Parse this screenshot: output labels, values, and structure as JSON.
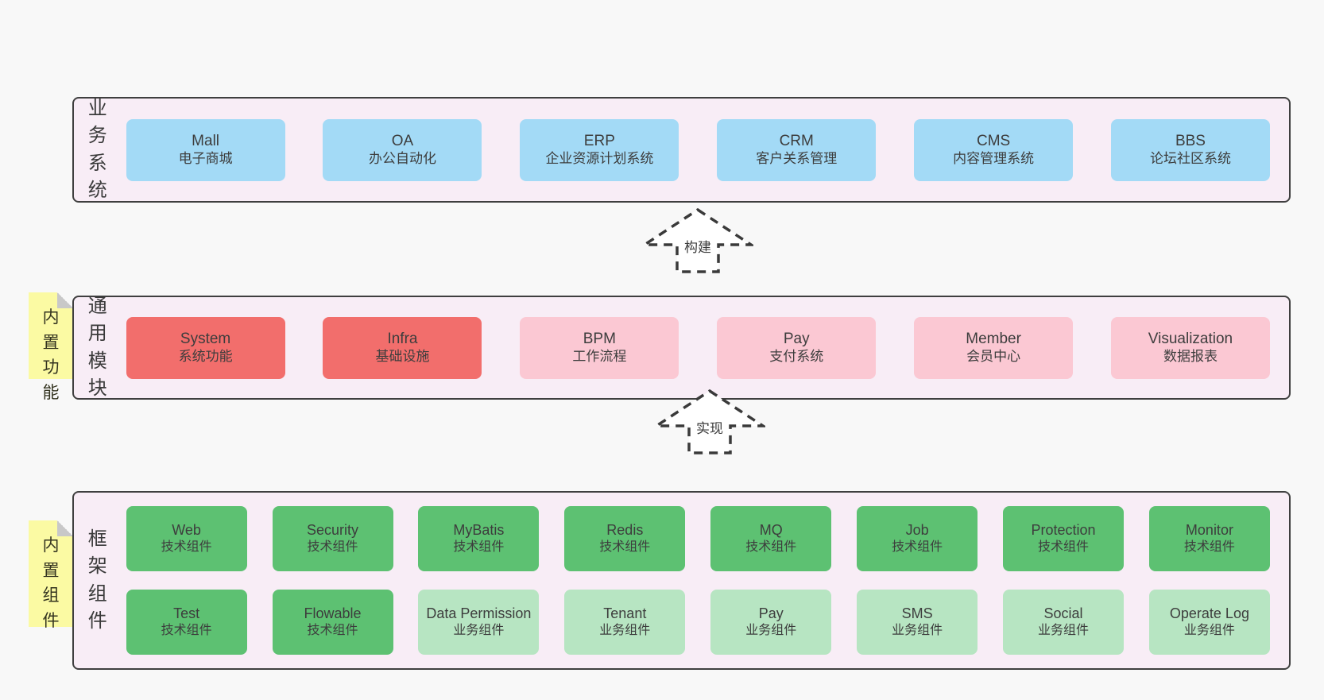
{
  "colors": {
    "page_bg": "#f8f8f8",
    "band_bg": "#f8edf6",
    "band_border": "#3f3f3f",
    "box_blue": "#a3daf6",
    "box_red": "#f26e6c",
    "box_pink": "#fbc8d3",
    "box_green_dark": "#5dc172",
    "box_green_light": "#b7e5c2",
    "sticky_yellow": "#fbfaa3"
  },
  "arrows": {
    "build": "构建",
    "implement": "实现"
  },
  "bands": {
    "business": {
      "label": "业务系统",
      "boxes": [
        {
          "title": "Mall",
          "subtitle": "电子商城"
        },
        {
          "title": "OA",
          "subtitle": "办公自动化"
        },
        {
          "title": "ERP",
          "subtitle": "企业资源计划系统"
        },
        {
          "title": "CRM",
          "subtitle": "客户关系管理"
        },
        {
          "title": "CMS",
          "subtitle": "内容管理系统"
        },
        {
          "title": "BBS",
          "subtitle": "论坛社区系统"
        }
      ]
    },
    "modules": {
      "label": "通用模块",
      "sticky": "内置功能",
      "boxes": [
        {
          "title": "System",
          "subtitle": "系统功能"
        },
        {
          "title": "Infra",
          "subtitle": "基础设施"
        },
        {
          "title": "BPM",
          "subtitle": "工作流程"
        },
        {
          "title": "Pay",
          "subtitle": "支付系统"
        },
        {
          "title": "Member",
          "subtitle": "会员中心"
        },
        {
          "title": "Visualization",
          "subtitle": "数据报表"
        }
      ]
    },
    "components": {
      "label": "框架组件",
      "sticky": "内置组件",
      "row1": [
        {
          "title": "Web",
          "subtitle": "技术组件"
        },
        {
          "title": "Security",
          "subtitle": "技术组件"
        },
        {
          "title": "MyBatis",
          "subtitle": "技术组件"
        },
        {
          "title": "Redis",
          "subtitle": "技术组件"
        },
        {
          "title": "MQ",
          "subtitle": "技术组件"
        },
        {
          "title": "Job",
          "subtitle": "技术组件"
        },
        {
          "title": "Protection",
          "subtitle": "技术组件"
        },
        {
          "title": "Monitor",
          "subtitle": "技术组件"
        }
      ],
      "row2": [
        {
          "title": "Test",
          "subtitle": "技术组件"
        },
        {
          "title": "Flowable",
          "subtitle": "技术组件"
        },
        {
          "title": "Data Permission",
          "subtitle": "业务组件"
        },
        {
          "title": "Tenant",
          "subtitle": "业务组件"
        },
        {
          "title": "Pay",
          "subtitle": "业务组件"
        },
        {
          "title": "SMS",
          "subtitle": "业务组件"
        },
        {
          "title": "Social",
          "subtitle": "业务组件"
        },
        {
          "title": "Operate Log",
          "subtitle": "业务组件"
        }
      ]
    }
  }
}
